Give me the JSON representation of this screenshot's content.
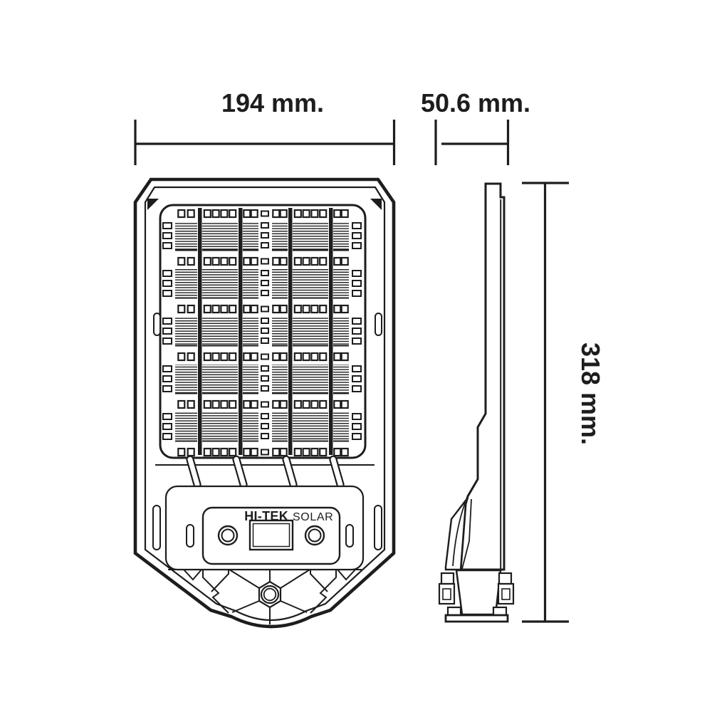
{
  "title": "Solar street light dimension drawing",
  "colors": {
    "ink": "#1d1d1d",
    "background": "#ffffff"
  },
  "dimensions": {
    "front_width": {
      "label": "194 mm."
    },
    "side_depth": {
      "label": "50.6 mm."
    },
    "height": {
      "label": "318 mm."
    }
  },
  "branding": {
    "name": "HI-TEK",
    "suffix": "SOLAR"
  }
}
